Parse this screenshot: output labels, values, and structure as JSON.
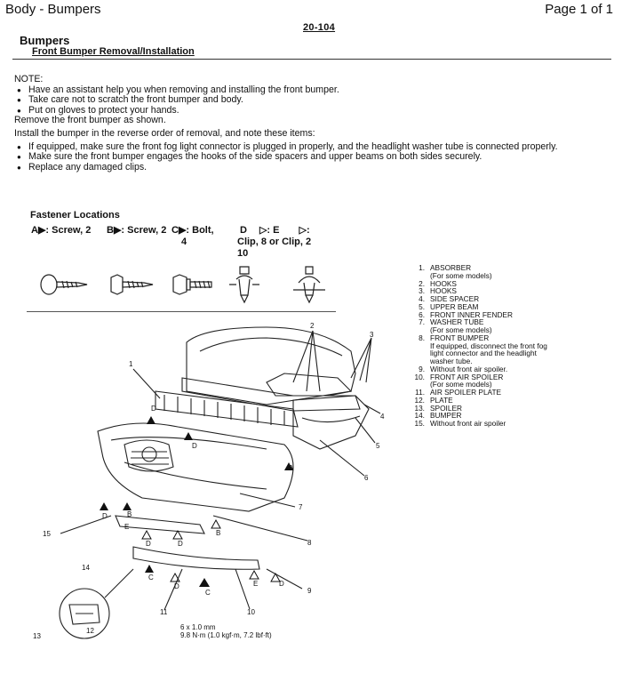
{
  "header": {
    "left": "Body - Bumpers",
    "right": "Page 1 of 1"
  },
  "page_code": "20-104",
  "section": {
    "title": "Bumpers",
    "subtitle": "Front Bumper Removal/Installation"
  },
  "note_label": "NOTE:",
  "note_items": [
    "Have an assistant help you when removing and installing the front bumper.",
    "Take care not to scratch the front bumper and body.",
    "Put on gloves to protect your hands."
  ],
  "remove_text": "Remove the front bumper as shown.",
  "install_text": "Install the bumper in the reverse order of removal, and note these items:",
  "install_items": [
    "If equipped, make sure the front fog light connector is plugged in properly, and the headlight washer tube is connected properly.",
    "Make sure the front bumper engages the hooks of the side spacers and upper beams on both sides securely.",
    "Replace any damaged clips."
  ],
  "fastener": {
    "title": "Fastener Locations",
    "a": {
      "letter": "A",
      "desc": ": Screw, 2"
    },
    "b": {
      "letter": "B",
      "desc": ": Screw, 2"
    },
    "c": {
      "letter": "C",
      "desc": ": Bolt,",
      "extra": "4"
    },
    "d": {
      "letter": "D",
      "desc": ": E",
      "line2": "Clip, 8 or Clip, 2",
      "line3": "10"
    }
  },
  "legend": [
    {
      "n": "1.",
      "t": "ABSORBER",
      "sub": [
        "(For some models)"
      ]
    },
    {
      "n": "2.",
      "t": "HOOKS",
      "sub": []
    },
    {
      "n": "3.",
      "t": "HOOKS",
      "sub": []
    },
    {
      "n": "4.",
      "t": "SIDE SPACER",
      "sub": []
    },
    {
      "n": "5.",
      "t": "UPPER BEAM",
      "sub": []
    },
    {
      "n": "6.",
      "t": "FRONT INNER FENDER",
      "sub": []
    },
    {
      "n": "7.",
      "t": "WASHER TUBE",
      "sub": [
        "(For some models)"
      ]
    },
    {
      "n": "8.",
      "t": "FRONT BUMPER",
      "sub": [
        "If equipped, disconnect the front fog",
        "light connector and the headlight",
        "washer tube."
      ]
    },
    {
      "n": "9.",
      "t": "Without front air spoiler.",
      "sub": []
    },
    {
      "n": "10.",
      "t": "FRONT AIR SPOILER",
      "sub": [
        "(For some models)"
      ]
    },
    {
      "n": "11.",
      "t": "AIR SPOILER PLATE",
      "sub": []
    },
    {
      "n": "12.",
      "t": "PLATE",
      "sub": []
    },
    {
      "n": "13.",
      "t": "SPOILER",
      "sub": []
    },
    {
      "n": "14.",
      "t": "BUMPER",
      "sub": []
    },
    {
      "n": "15.",
      "t": "Without front air spoiler",
      "sub": []
    }
  ],
  "callouts": {
    "c1": "1",
    "c2": "2",
    "c3": "3",
    "c4": "4",
    "c5": "5",
    "c6": "6",
    "c7": "7",
    "c8": "8",
    "c9": "9",
    "c10": "10",
    "c11": "11",
    "c12": "12",
    "c13": "13",
    "c14": "14",
    "c15": "15",
    "letA": "A",
    "letB": "B",
    "letC": "C",
    "letD": "D",
    "letE": "E"
  },
  "torque": {
    "line1": "6 x 1.0 mm",
    "line2": "9.8 N·m (1.0 kgf·m, 7.2 lbf·ft)"
  }
}
